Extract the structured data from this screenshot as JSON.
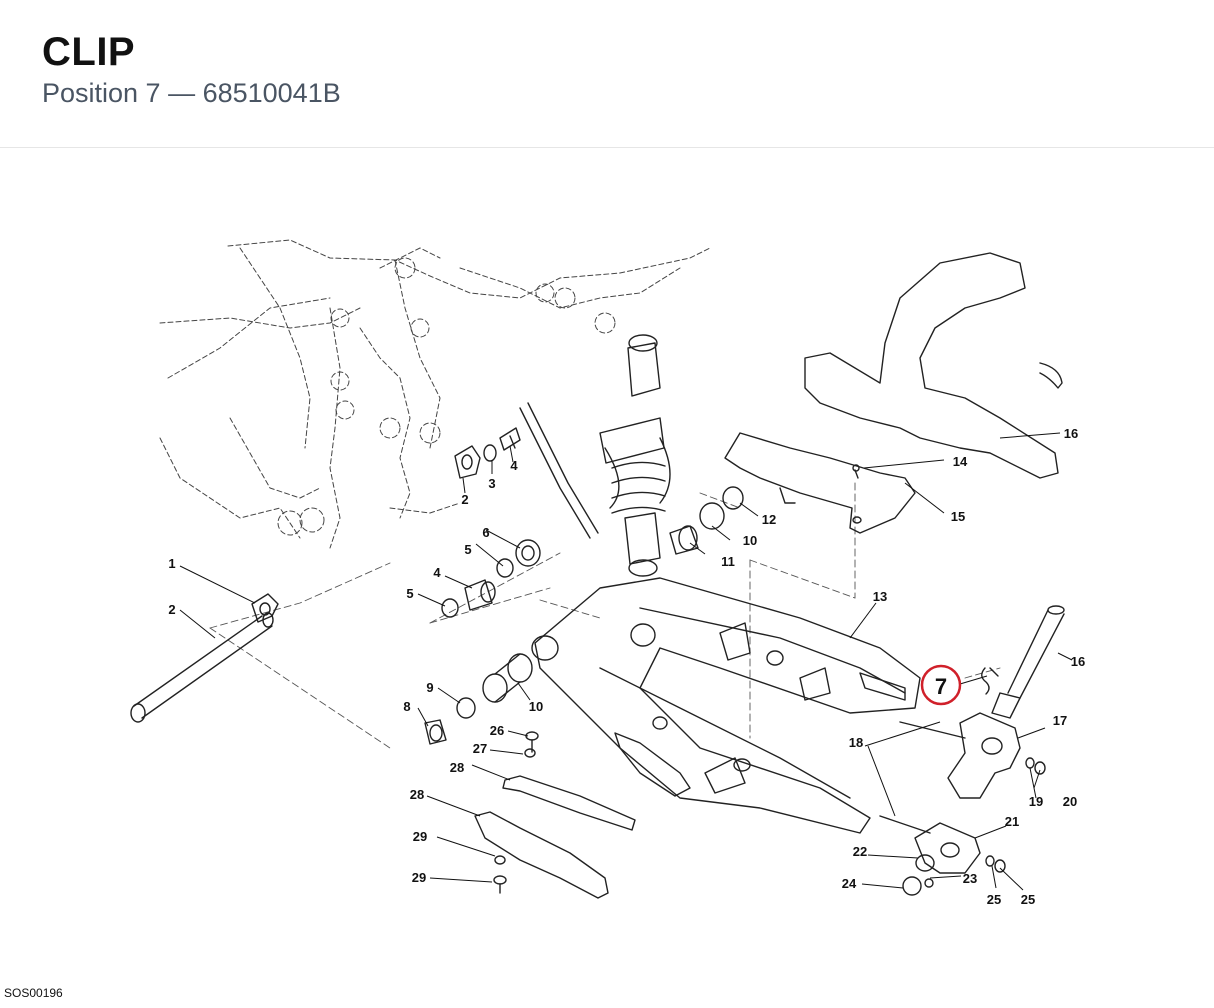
{
  "header": {
    "title": "CLIP",
    "subtitle": "Position 7 — 68510041B"
  },
  "diagram": {
    "highlighted_position": "7",
    "callouts": [
      "1",
      "2",
      "2",
      "3",
      "4",
      "4",
      "5",
      "5",
      "6",
      "8",
      "9",
      "10",
      "10",
      "11",
      "12",
      "13",
      "14",
      "15",
      "16",
      "16",
      "17",
      "18",
      "19",
      "20",
      "21",
      "22",
      "23",
      "24",
      "25",
      "25",
      "26",
      "27",
      "28",
      "28",
      "29",
      "29"
    ]
  },
  "footer": {
    "drawing_code": "SOS00196"
  },
  "colors": {
    "highlight": "#d0202a",
    "line": "#222222",
    "subtitle": "#4a5563"
  }
}
